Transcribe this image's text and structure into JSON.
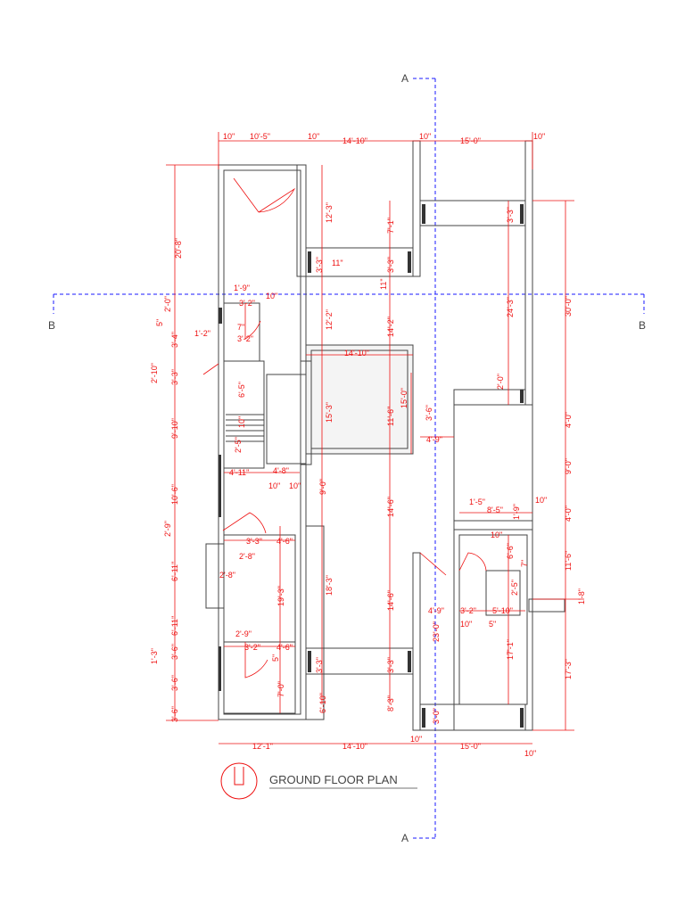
{
  "title": "GROUND FLOOR PLAN",
  "section_labels": {
    "a_top": "A",
    "a_bottom": "A",
    "b_left": "B",
    "b_right": "B"
  },
  "colors": {
    "dimension": "#ee1111",
    "section_line": "#1a1aff",
    "walls": "#444444"
  },
  "dims_top": [
    "10\"",
    "10'-5\"",
    "10\"",
    "14'-10\"",
    "10\"",
    "15'-0\"",
    "10\""
  ],
  "dims_bottom": [
    "12'-1\"",
    "14'-10\"",
    "10\"",
    "15'-0\"",
    "10\""
  ],
  "dims_left": [
    "20'-8\"",
    "2'-0\"",
    "5\"",
    "3'-4\"",
    "1'-2\"",
    "2'-10\"",
    "3'-3\"",
    "9'-10\"",
    "10'-6\"",
    "2'-9\"",
    "6'-11\"",
    "2'-8\"",
    "6'-11\"",
    "1'-3\"",
    "3'-6\"",
    "3'-6\"",
    "3'-6\""
  ],
  "dims_right": [
    "3'-3\"",
    "30'-0\"",
    "24'-3\"",
    "2'-0\"",
    "4'-0\"",
    "9'-0\"",
    "4'-0\"",
    "11'-6\"",
    "1'-8\"",
    "17'-3\""
  ],
  "dims_inner": [
    "12'-3\"",
    "3'-3\"",
    "11\"",
    "7'-1\"",
    "3'-3\"",
    "11\"",
    "1'-9\"",
    "3'-2\"",
    "10\"",
    "7\"",
    "3'-2\"",
    "12'-2\"",
    "14'-2\"",
    "14'-10\"",
    "6'-5\"",
    "10\"",
    "15'-3\"",
    "15'-0\"",
    "11'-6\"",
    "3'-6\"",
    "4'-9\"",
    "2'-5\"",
    "4'-11\"",
    "4'-8\"",
    "10\"",
    "10\"",
    "9'-0\"",
    "14'-6\"",
    "1'-5\"",
    "8'-5\"",
    "1'-9\"",
    "10\"",
    "10\"",
    "6'-6\"",
    "7\"",
    "3'-3\"",
    "4'-6\"",
    "2'-8\"",
    "19'-3\"",
    "18'-3\"",
    "14'-6\"",
    "4'-9\"",
    "3'-2\"",
    "5'-10\"",
    "2'-5\"",
    "10\"",
    "5\"",
    "23'-0\"",
    "2'-9\"",
    "3'-2\"",
    "4'-6\"",
    "5\"",
    "17'-1\"",
    "3'-3\"",
    "3'-3\"",
    "7'-0\"",
    "6'-10\"",
    "8'-3\"",
    "3'-0\""
  ]
}
